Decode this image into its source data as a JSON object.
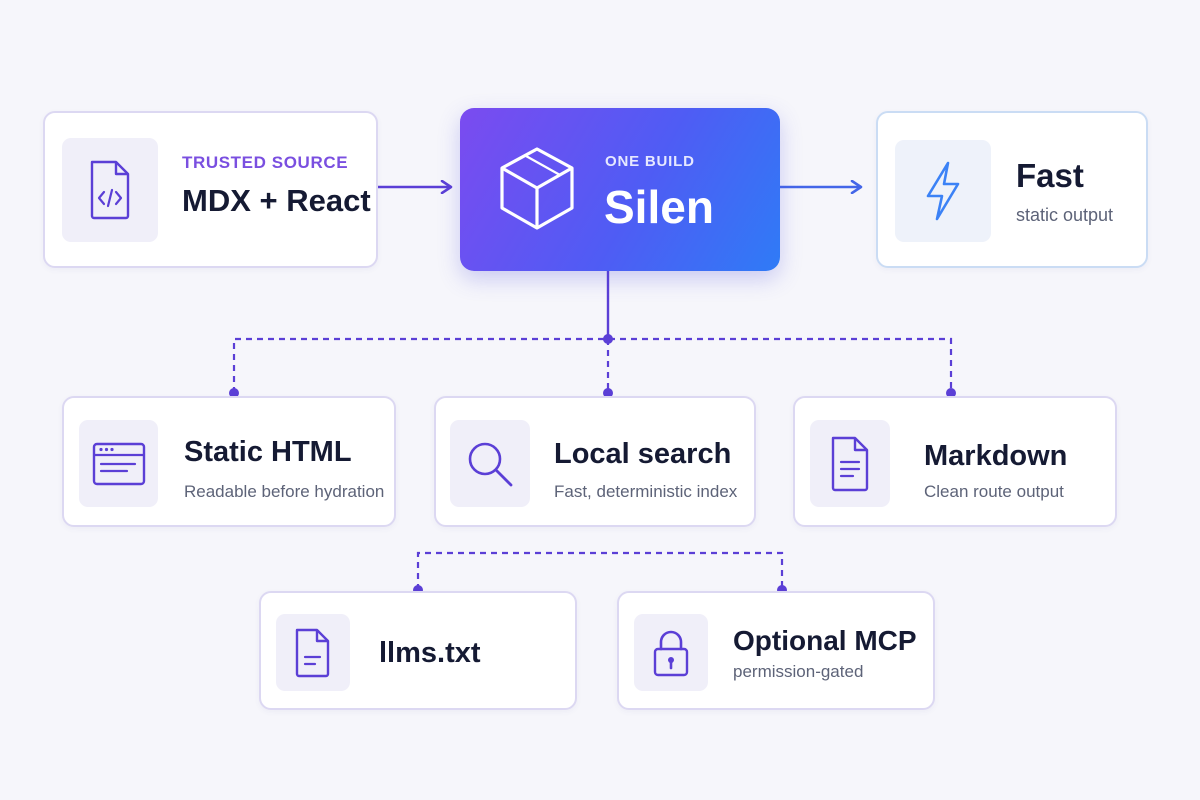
{
  "source": {
    "eyebrow": "TRUSTED SOURCE",
    "title": "MDX + React",
    "icon": "code-file-icon"
  },
  "hub": {
    "eyebrow": "ONE BUILD",
    "title": "Silen",
    "icon": "cube-icon"
  },
  "result": {
    "title": "Fast",
    "subtitle": "static output",
    "icon": "lightning-icon"
  },
  "outputs": [
    {
      "title": "Static HTML",
      "subtitle": "Readable before hydration",
      "icon": "browser-window-icon"
    },
    {
      "title": "Local search",
      "subtitle": "Fast, deterministic index",
      "icon": "search-icon"
    },
    {
      "title": "Markdown",
      "subtitle": "Clean route output",
      "icon": "document-icon"
    },
    {
      "title": "llms.txt",
      "subtitle": "",
      "icon": "text-file-icon"
    },
    {
      "title": "Optional MCP",
      "subtitle": "permission-gated",
      "icon": "lock-icon"
    }
  ],
  "colors": {
    "accent": "#5b3fd6",
    "hub_gradient_start": "#7b4bf0",
    "hub_gradient_end": "#2f7bf6",
    "result_accent": "#3b82f6",
    "background": "#f6f6fb"
  }
}
